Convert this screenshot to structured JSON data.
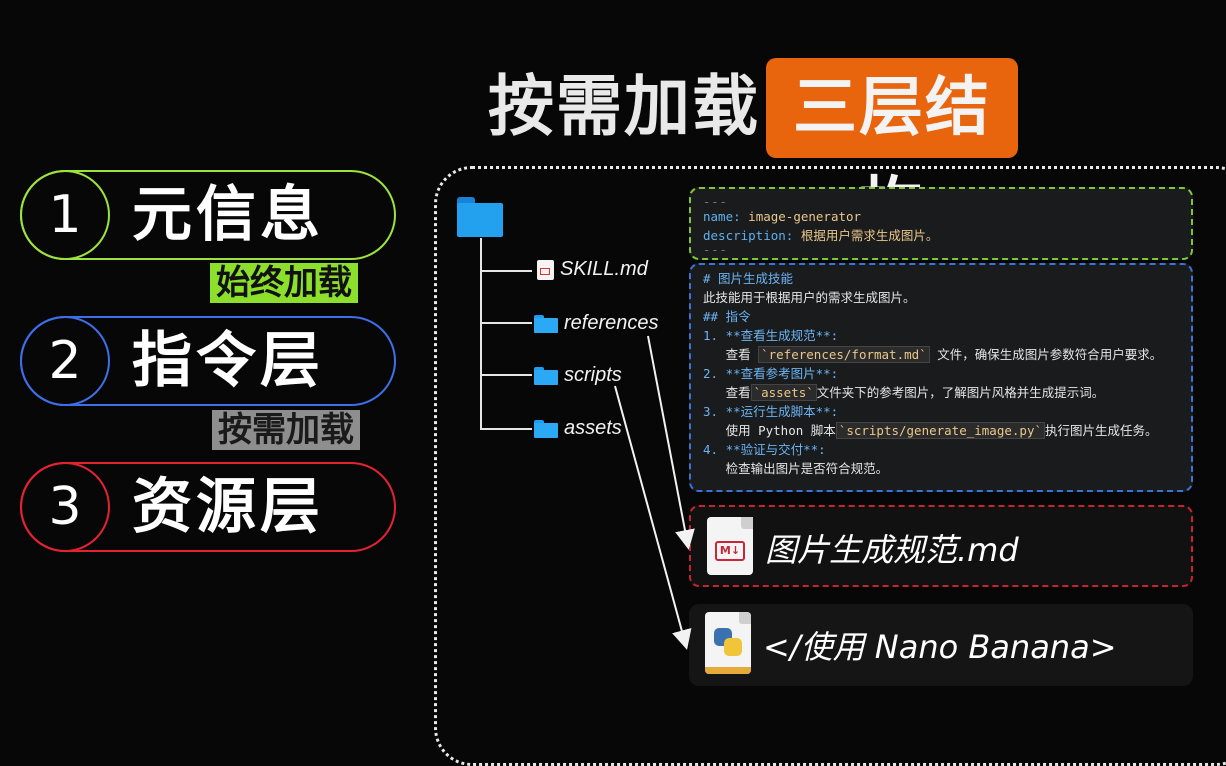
{
  "title": {
    "main": "按需加载",
    "badge": "三层结构"
  },
  "layers": [
    {
      "number": "1",
      "label": "元信息",
      "tag": "始终加载",
      "color": "#9ee33c"
    },
    {
      "number": "2",
      "label": "指令层",
      "tag": "按需加载",
      "color": "#3e6fe8"
    },
    {
      "number": "3",
      "label": "资源层",
      "tag": "",
      "color": "#e42232"
    }
  ],
  "tree": {
    "items": [
      "SKILL.md",
      "references",
      "scripts",
      "assets"
    ]
  },
  "meta_box": {
    "dash": "---",
    "name_key": "name:",
    "name_val": "image-generator",
    "desc_key": "description:",
    "desc_val": "根据用户需求生成图片。"
  },
  "instruction_box": {
    "h1": "# 图片生成技能",
    "intro": "此技能用于根据用户的需求生成图片。",
    "h2": "## 指令",
    "step1_title": "1. **查看生成规范**:",
    "step1_pre": "   查看 ",
    "step1_code": "`references/format.md`",
    "step1_post": " 文件，确保生成图片参数符合用户要求。",
    "step2_title": "2. **查看参考图片**:",
    "step2_pre": "   查看",
    "step2_code": "`assets`",
    "step2_post": "文件夹下的参考图片，了解图片风格并生成提示词。",
    "step3_title": "3. **运行生成脚本**:",
    "step3_pre": "   使用 Python 脚本",
    "step3_code": "`scripts/generate_image.py`",
    "step3_post": "执行图片生成任务。",
    "step4_title": "4. **验证与交付**:",
    "step4_body": "   检查输出图片是否符合规范。"
  },
  "resource_files": {
    "md_file": "图片生成规范.md",
    "md_glyph": "M↓",
    "py_file": "</使用 Nano Banana>"
  },
  "colors": {
    "accent_orange": "#e8650e",
    "green": "#9ee33c",
    "blue": "#3e6fe8",
    "red": "#e42232",
    "folder_blue": "#2ba9f5"
  },
  "icons": {
    "root_folder": "folder-icon",
    "md_file": "markdown-file-icon",
    "py_file": "python-file-icon"
  }
}
